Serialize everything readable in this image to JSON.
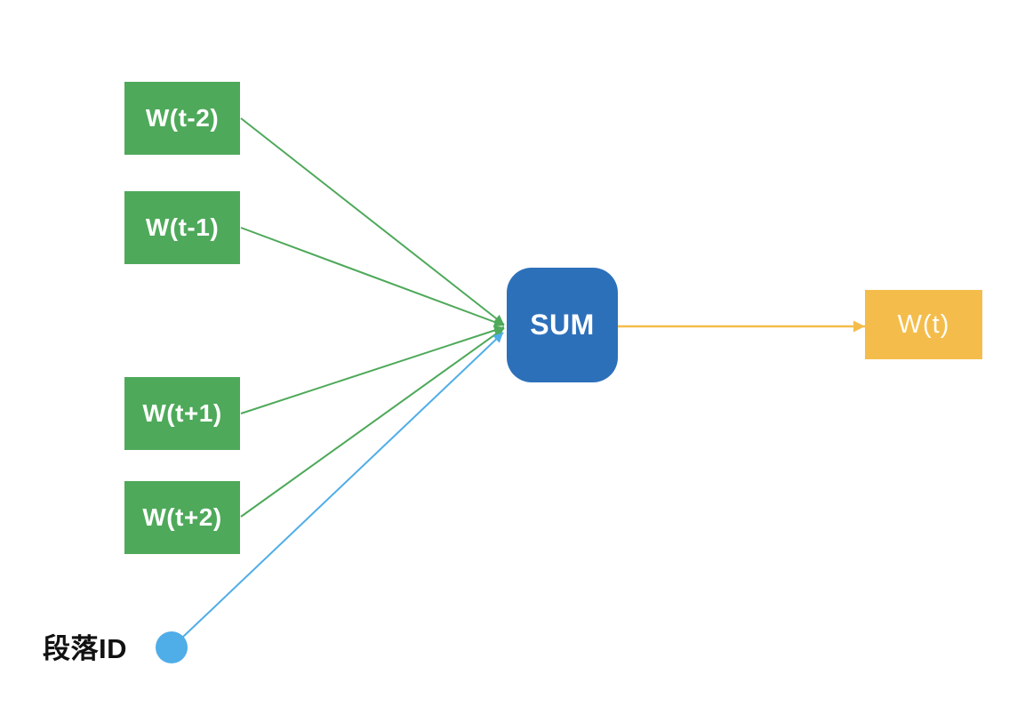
{
  "colors": {
    "green": "#4ea95a",
    "blue": "#2d70ba",
    "orange": "#f4bd4b",
    "lightblue": "#4fade8",
    "label": "#111111",
    "canvas": "#ffffff"
  },
  "diagram": {
    "nodes": {
      "wt_minus2": {
        "label": "W(t-2)"
      },
      "wt_minus1": {
        "label": "W(t-1)"
      },
      "wt_plus1": {
        "label": "W(t+1)"
      },
      "wt_plus2": {
        "label": "W(t+2)"
      },
      "sum": {
        "label": "SUM"
      },
      "wt_output": {
        "label": "W(t)"
      },
      "paragraph_id": {
        "label": "段落ID"
      }
    },
    "edges": [
      {
        "from": "wt_minus2",
        "to": "sum",
        "color": "green"
      },
      {
        "from": "wt_minus1",
        "to": "sum",
        "color": "green"
      },
      {
        "from": "wt_plus1",
        "to": "sum",
        "color": "green"
      },
      {
        "from": "wt_plus2",
        "to": "sum",
        "color": "green"
      },
      {
        "from": "paragraph_id",
        "to": "sum",
        "color": "lightblue"
      },
      {
        "from": "sum",
        "to": "wt_output",
        "color": "orange"
      }
    ]
  }
}
